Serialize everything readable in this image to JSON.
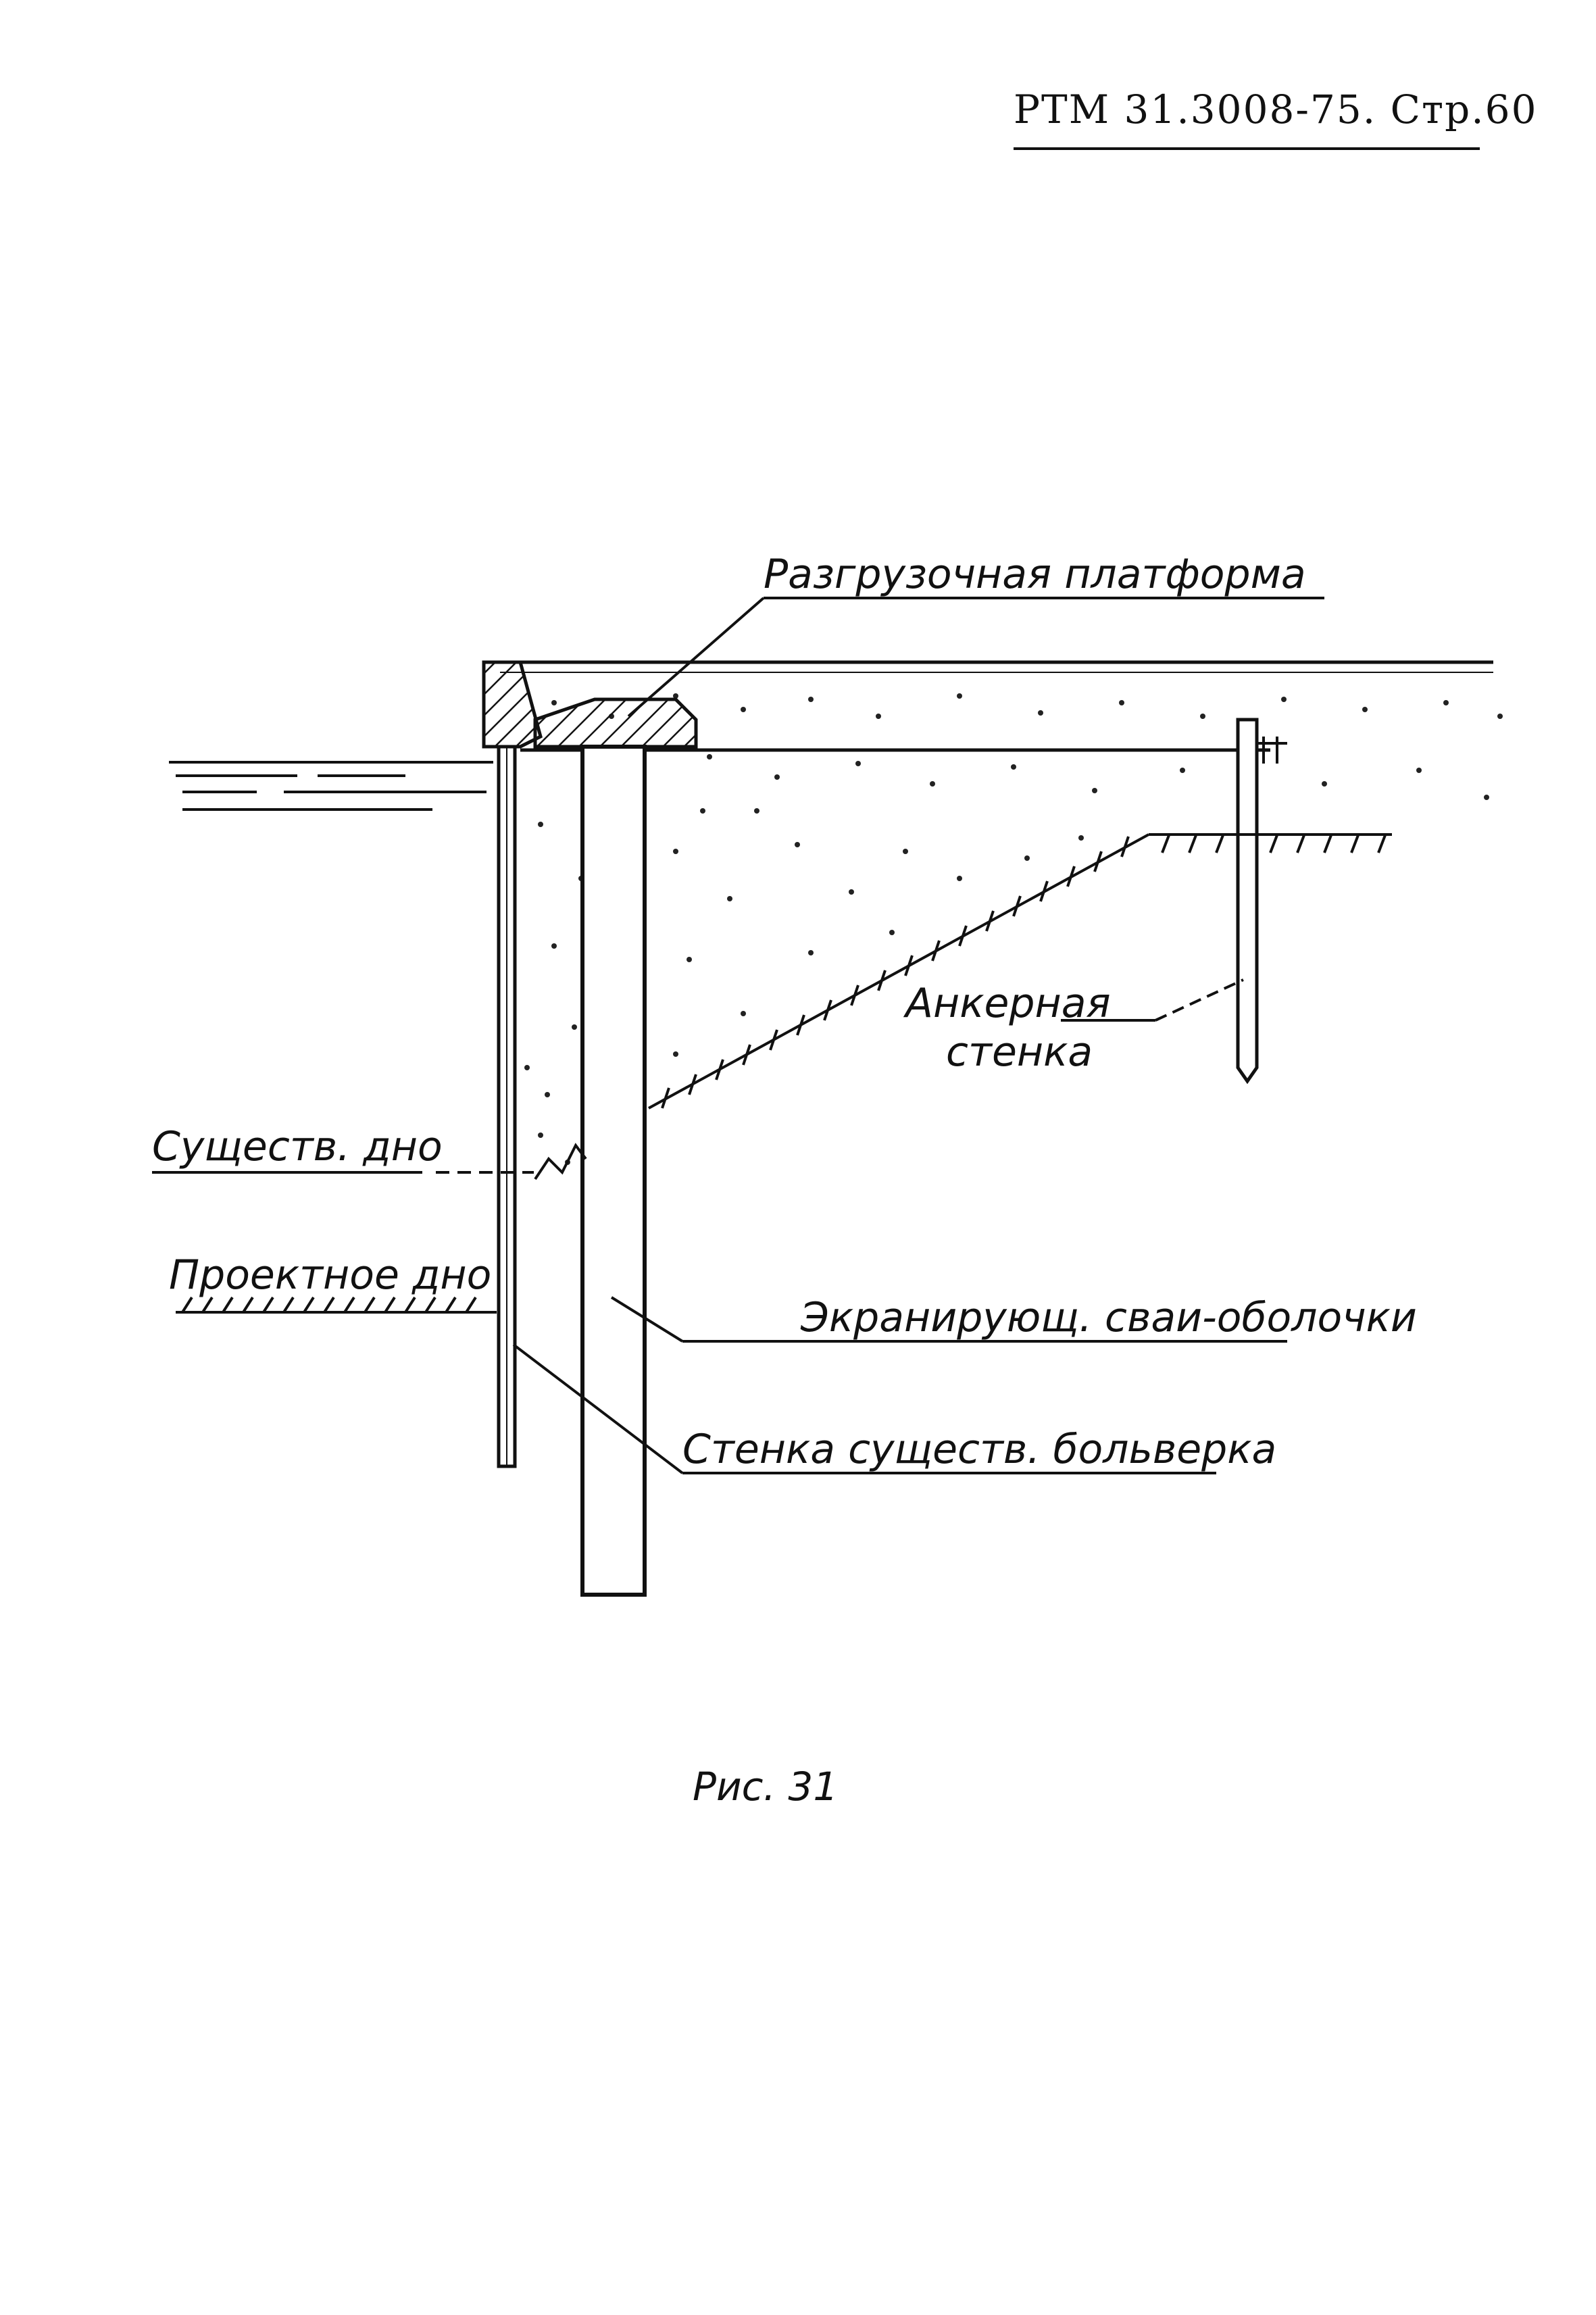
{
  "header": {
    "doc_ref": "РТМ 31.3008-75. Стр.60"
  },
  "labels": {
    "platform": "Разгрузочная платформа",
    "anchor_wall_line1": "Анкерная",
    "anchor_wall_line2": "стенка",
    "existing_bottom": "Существ. дно",
    "design_bottom": "Проектное дно",
    "shell_piles": "Экранирующ. сваи-оболочки",
    "bulkhead_wall": "Стенка существ. больверка"
  },
  "figure": {
    "caption": "Рис. 31"
  }
}
